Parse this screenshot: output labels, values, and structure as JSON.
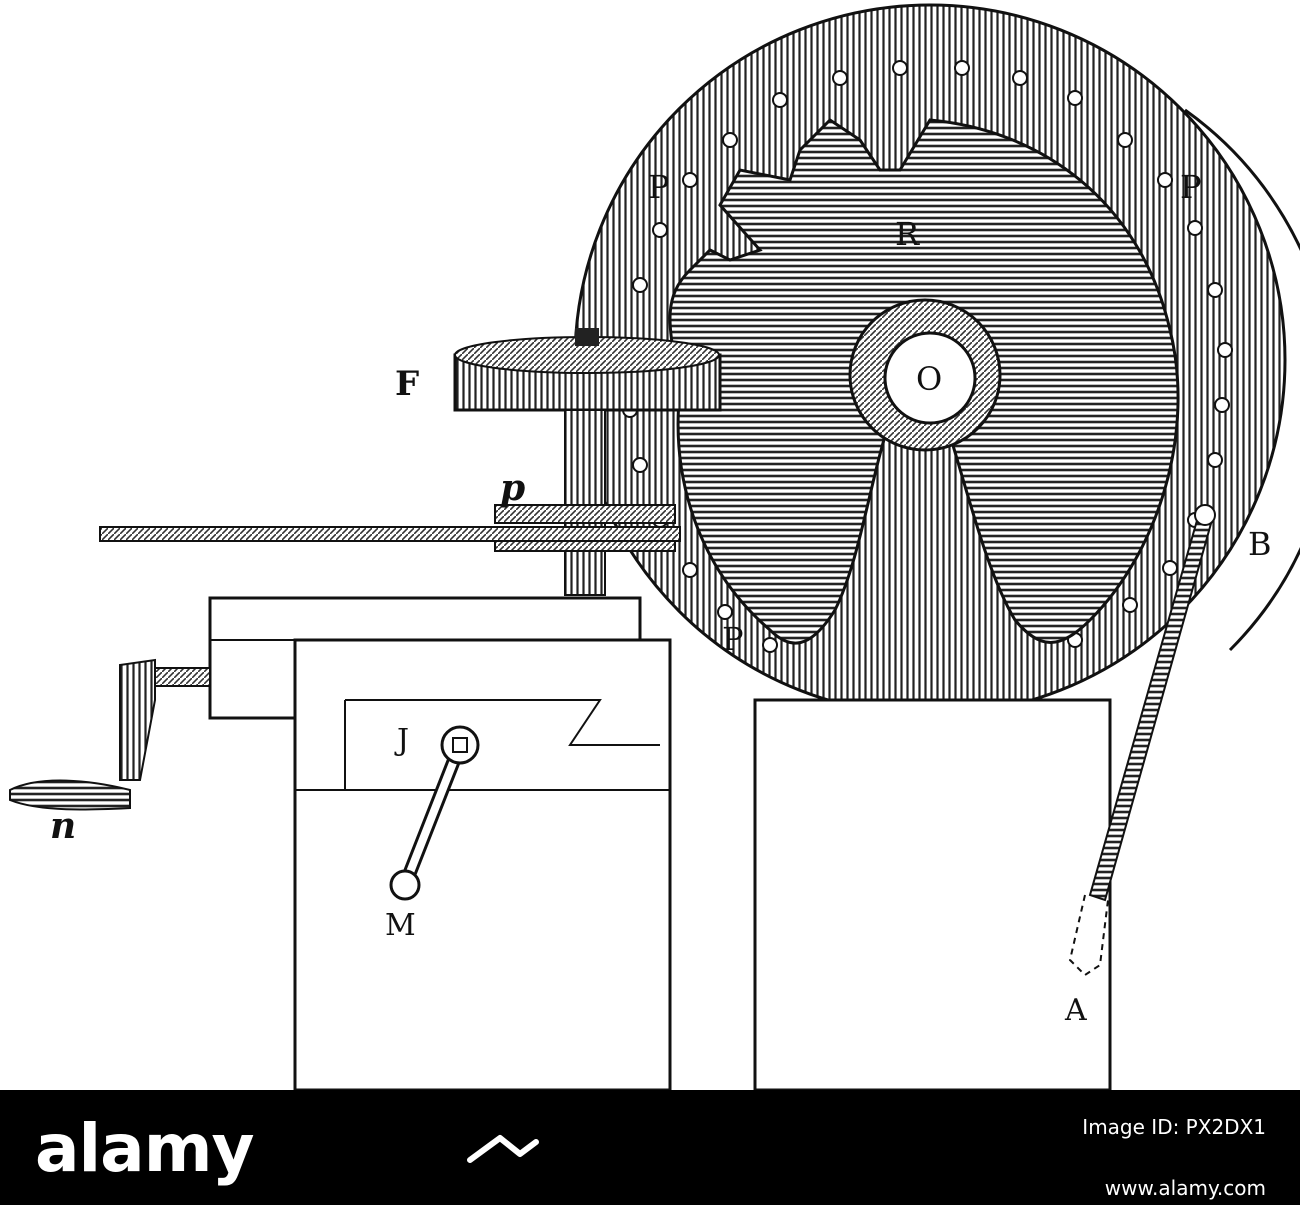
{
  "labels": {
    "F": "F",
    "R": "R",
    "O": "O",
    "P_upper_left": "P",
    "P_upper_right": "P",
    "P_lower": "P",
    "p": "p",
    "B": "B",
    "J": "J",
    "M": "M",
    "A": "A",
    "n": "n"
  },
  "footer": {
    "brand": "alamy",
    "id_label": "Image ID: PX2DX1",
    "site": "www.alamy.com"
  }
}
